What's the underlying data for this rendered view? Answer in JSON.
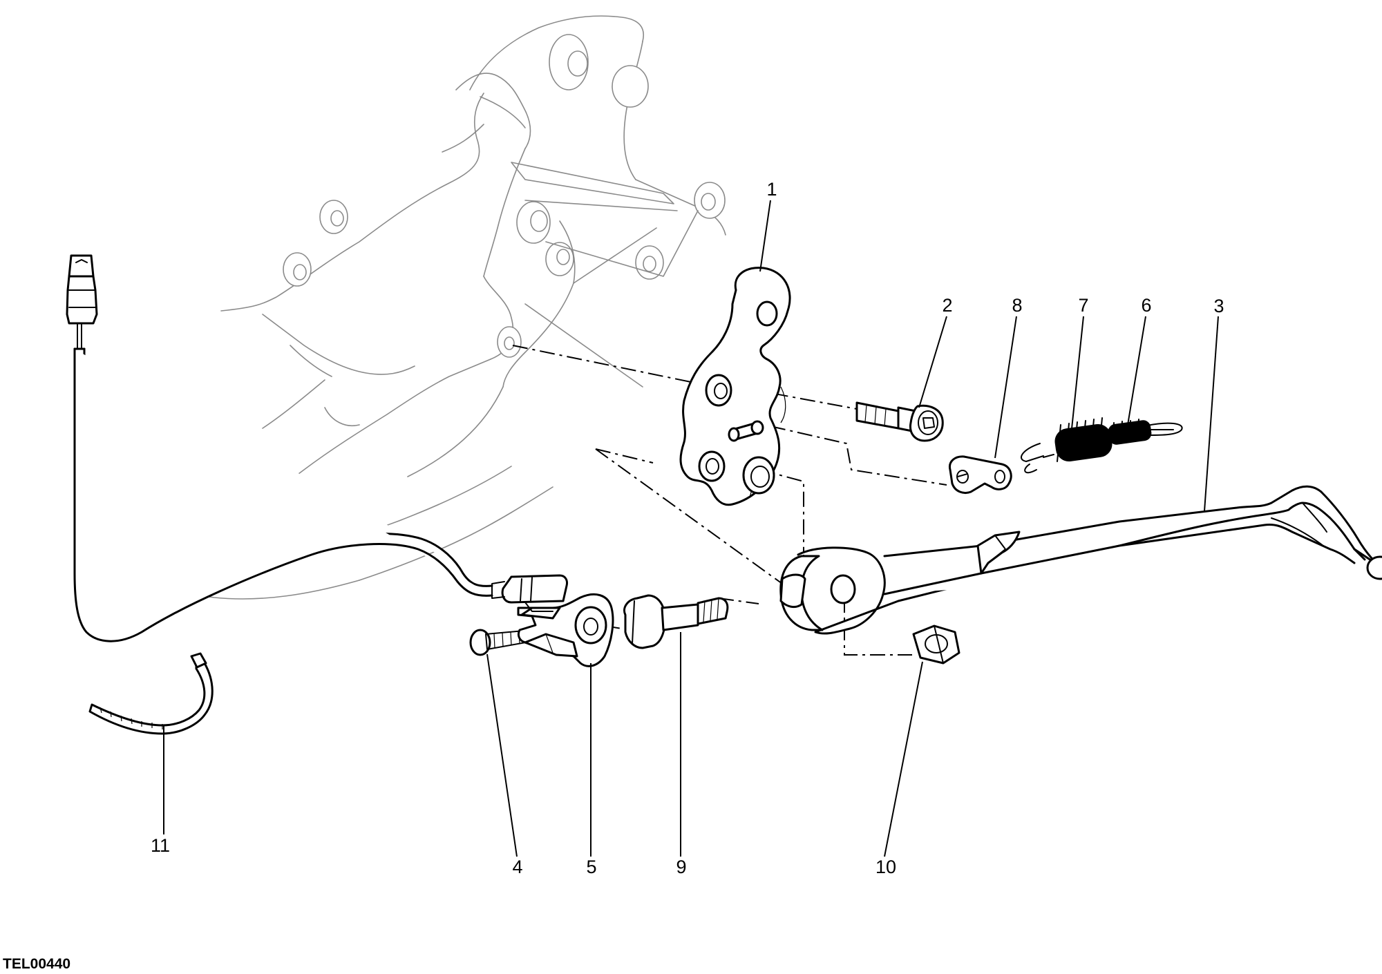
{
  "diagram": {
    "reference_code": "TEL00440",
    "callouts": [
      "1",
      "2",
      "3",
      "4",
      "5",
      "6",
      "7",
      "8",
      "9",
      "10",
      "11"
    ],
    "icons": [
      "engine-crankcase-outline",
      "sidestand-bracket",
      "cap-screw",
      "sidestand-leg",
      "screw",
      "sidestand-switch",
      "spring-inner",
      "spring-outer",
      "spring-plate",
      "pivot-bolt",
      "nut",
      "cable-tie",
      "switch-connector"
    ]
  }
}
